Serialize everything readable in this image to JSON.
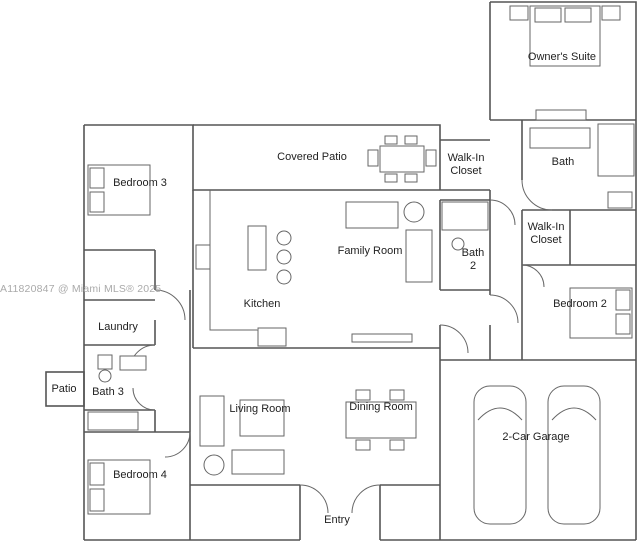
{
  "rooms": {
    "owners_suite": "Owner's Suite",
    "covered_patio": "Covered Patio",
    "walk_in_closet_1": "Walk-In\nCloset",
    "bath": "Bath",
    "bedroom_3": "Bedroom 3",
    "family_room": "Family Room",
    "bath_2": "Bath\n2",
    "walk_in_closet_2": "Walk-In\nCloset",
    "kitchen": "Kitchen",
    "bedroom_2": "Bedroom 2",
    "laundry": "Laundry",
    "patio": "Patio",
    "bath_3": "Bath 3",
    "living_room": "Living Room",
    "dining_room": "Dining Room",
    "garage": "2-Car Garage",
    "bedroom_4": "Bedroom 4",
    "entry": "Entry"
  },
  "watermark": "A11820847 @ Miami MLS® 2025",
  "colors": {
    "wall": "#555555",
    "background": "#ffffff",
    "watermark": "#aaaaaa"
  }
}
